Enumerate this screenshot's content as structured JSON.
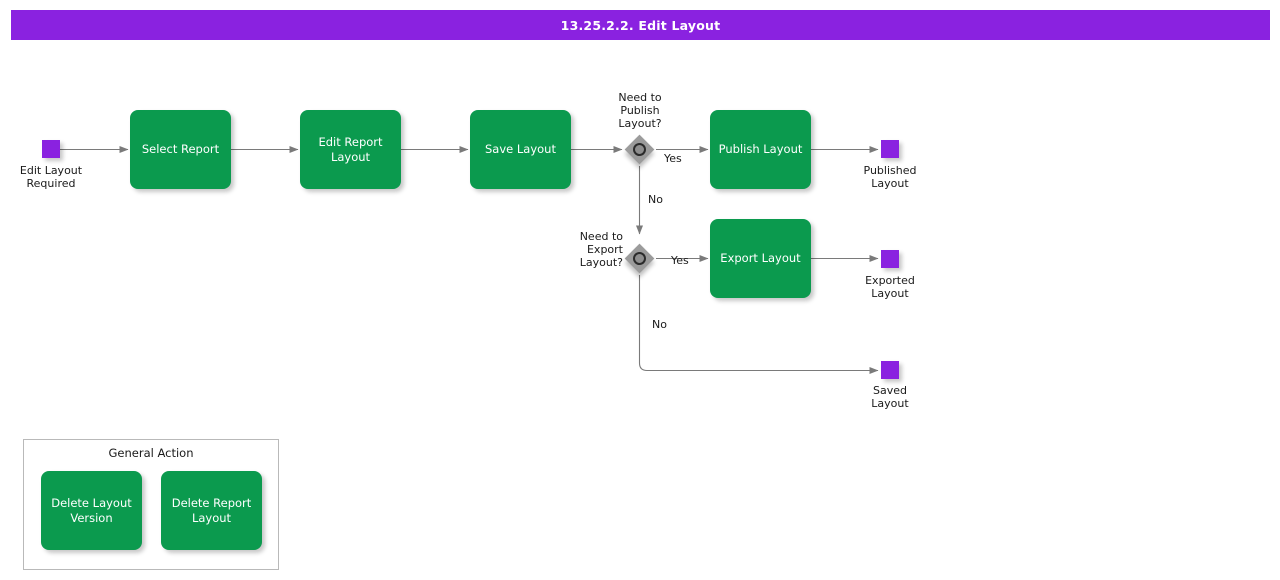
{
  "header": {
    "title": "13.25.2.2. Edit Layout",
    "background_color": "#8A22E0",
    "text_color": "#ffffff"
  },
  "colors": {
    "task_green": "#0B9A4E",
    "node_purple": "#8A22E0",
    "gateway_grey": "#9B9B9B",
    "connector_grey": "#7a7a7a",
    "text_dark": "#1a1a1a"
  },
  "diagram": {
    "type": "bpmn-flowchart",
    "start_nodes": [
      {
        "id": "start",
        "label": "Edit Layout\nRequired",
        "shape": "square",
        "color": "#8A22E0"
      }
    ],
    "tasks": [
      {
        "id": "select-report",
        "label": "Select Report"
      },
      {
        "id": "edit-report-layout",
        "label": "Edit Report\nLayout"
      },
      {
        "id": "save-layout",
        "label": "Save Layout"
      },
      {
        "id": "publish-layout",
        "label": "Publish Layout"
      },
      {
        "id": "export-layout",
        "label": "Export Layout"
      }
    ],
    "gateways": [
      {
        "id": "gw-publish",
        "label": "Need to\nPublish\nLayout?",
        "shape": "event-based-gateway"
      },
      {
        "id": "gw-export",
        "label": "Need to\nExport\nLayout?",
        "shape": "event-based-gateway"
      }
    ],
    "end_nodes": [
      {
        "id": "published-layout",
        "label": "Published\nLayout",
        "shape": "square",
        "color": "#8A22E0"
      },
      {
        "id": "exported-layout",
        "label": "Exported\nLayout",
        "shape": "square",
        "color": "#8A22E0"
      },
      {
        "id": "saved-layout",
        "label": "Saved\nLayout",
        "shape": "square",
        "color": "#8A22E0"
      }
    ],
    "flow_labels": {
      "publish_yes": "Yes",
      "publish_no": "No",
      "export_yes": "Yes",
      "export_no": "No"
    }
  },
  "legend": {
    "title": "General Action",
    "items": [
      {
        "id": "delete-layout-version",
        "label": "Delete Layout\nVersion"
      },
      {
        "id": "delete-report-layout",
        "label": "Delete Report\nLayout"
      }
    ]
  }
}
